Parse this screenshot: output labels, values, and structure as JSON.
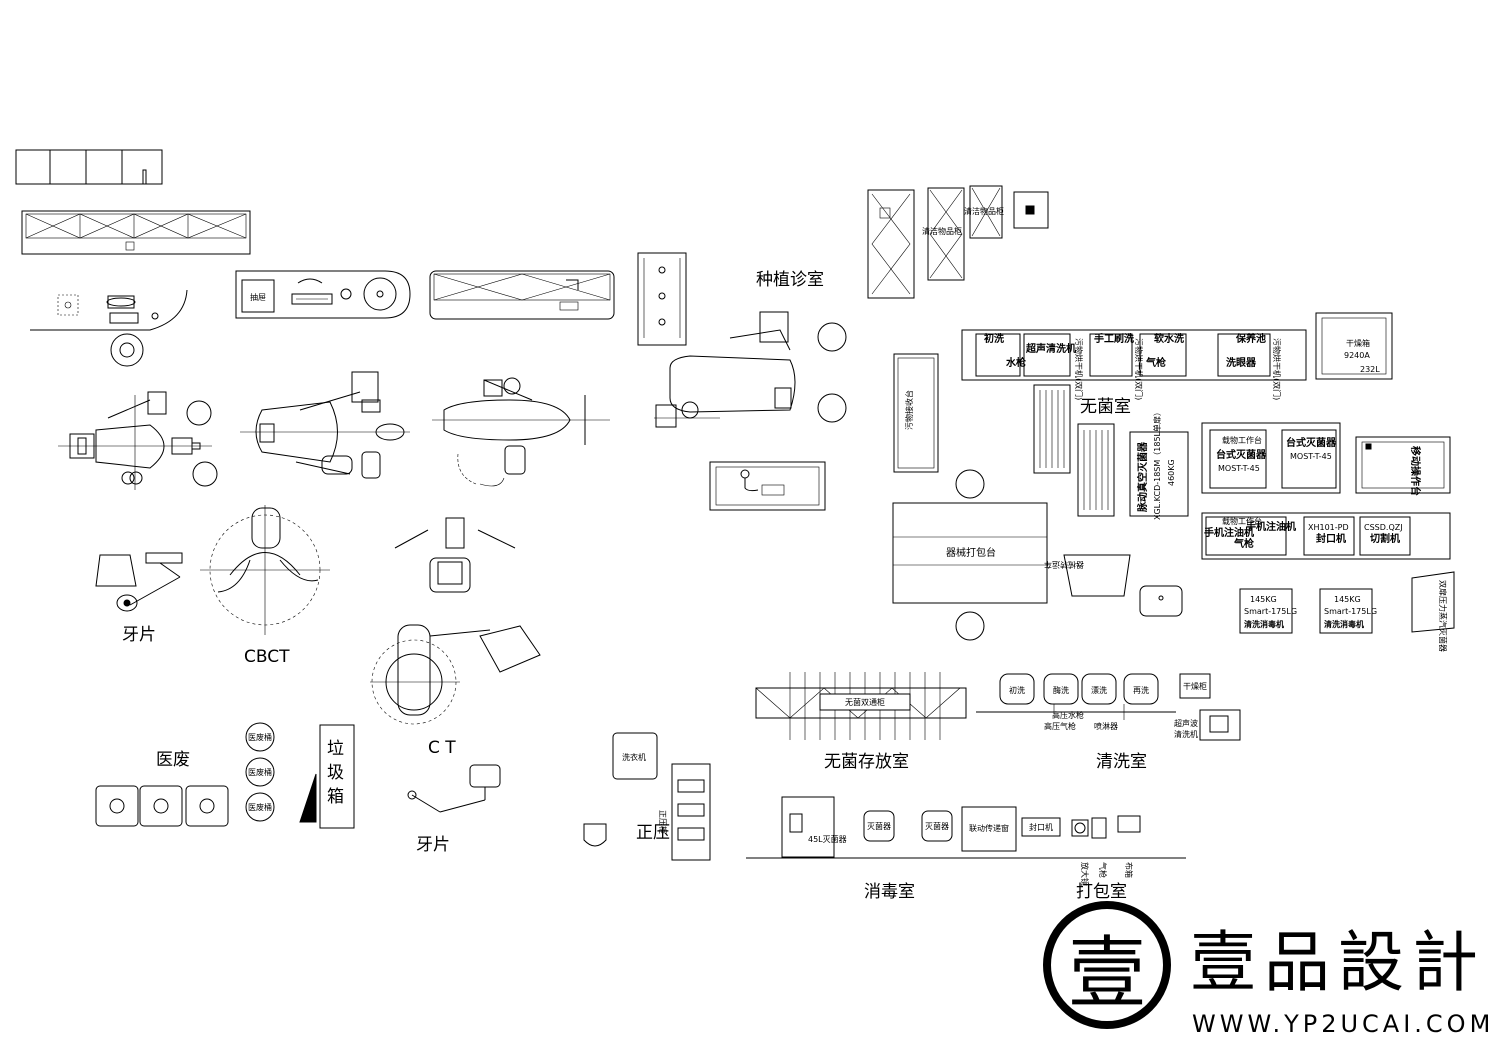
{
  "rooms": {
    "implant": "种植诊室",
    "sterile": "无菌室",
    "sterile_storage": "无菌存放室",
    "cleaning": "清洗室",
    "disinfection": "消毒室",
    "packing": "打包室",
    "positive_pressure": "正压",
    "medical_waste": "医废",
    "xray_left": "牙片",
    "xray_bottom": "牙片",
    "cbct": "CBCT",
    "ct": "C T",
    "trash_1": "垃",
    "trash_2": "圾",
    "trash_3": "箱"
  },
  "equipment": {
    "drawer": "抽屉",
    "clean_cabinet_1": "清洁物品柜",
    "clean_cabinet_2": "清洁物品柜",
    "dirty_cart": "污物接收台",
    "initial_wash": "初洗",
    "water_gun": "水枪",
    "ultrasonic": "超声清洗机",
    "dirty_dryer_1": "污物烘干机(双门)",
    "manual_wash": "手工刷洗",
    "dirty_dryer_2": "污物烘干机(双门)",
    "soft_wash": "软水洗",
    "air_gun": "气枪",
    "maintenance_pool": "保养池",
    "washer": "洗眼器",
    "dirty_dryer_3": "污物烘干机(双门)",
    "dryer_box": "干燥箱",
    "dryer_model": "9240A",
    "dryer_volume": "232L",
    "instrument_pack_table": "器械打包台",
    "vacuum_sterilizer_1": "脉动真空灭菌器",
    "vacuum_sterilizer_2": "XGL.KCD-18SM（185L单扉）",
    "vacuum_sterilizer_3": "460KG",
    "carrier_table_1": "载物工作台",
    "desktop_sterilizer_1": "台式灭菌器",
    "model_1": "MOST-T-45",
    "desktop_sterilizer_2": "台式灭菌器",
    "model_2": "MOST-T-45",
    "mobile_table": "移动操作台",
    "carrier_table_2": "载物工作台",
    "handpiece_oiler_1": "手机注油机",
    "air_gun_2": "气枪",
    "handpiece_oiler_2": "手机注油机",
    "sealer_model": "XH101-PD",
    "sealer": "封口机",
    "cutter_model": "CSSD.QZJ",
    "cutter": "切割机",
    "instrument_cart": "器械转运车",
    "passbox": "双扉压力蒸汽灭菌器",
    "weight_1": "145KG",
    "washer_model_1": "Smart-175LG",
    "washer_disinfector_1": "清洗消毒机",
    "weight_2": "145KG",
    "washer_model_2": "Smart-175LG",
    "washer_disinfector_2": "清洗消毒机",
    "sterile_double_cabinet": "无菌双通柜",
    "sink_initial": "初洗",
    "sink_enzyme": "酶洗",
    "sink_rinse": "漂洗",
    "sink_final": "再洗",
    "high_pressure_water": "高压水枪",
    "high_pressure_air": "高压气枪",
    "spray_device": "喷淋器",
    "dry_cabinet": "干燥柜",
    "ultrasonic_2": "超声波",
    "ultrasonic_3": "清洗机",
    "washing_machine": "洗衣机",
    "positive_pressure_unit": "正压柜",
    "autoclave_45": "45L灭菌器",
    "sterilizer_a": "灭菌器",
    "sterilizer_b": "灭菌器",
    "conveyor": "联动传递窗",
    "sealer_2": "封口机",
    "magnifier": "放大镜",
    "air_gun_3": "气枪",
    "cloth_box": "布箱",
    "medical_waste_bin_1": "医废桶",
    "medical_waste_bin_2": "医废桶",
    "medical_waste_bin_3": "医废桶"
  },
  "brand": {
    "logo_glyph": "壹",
    "name": "壹品設計",
    "url": "WWW.YP2UCAI.COM"
  }
}
